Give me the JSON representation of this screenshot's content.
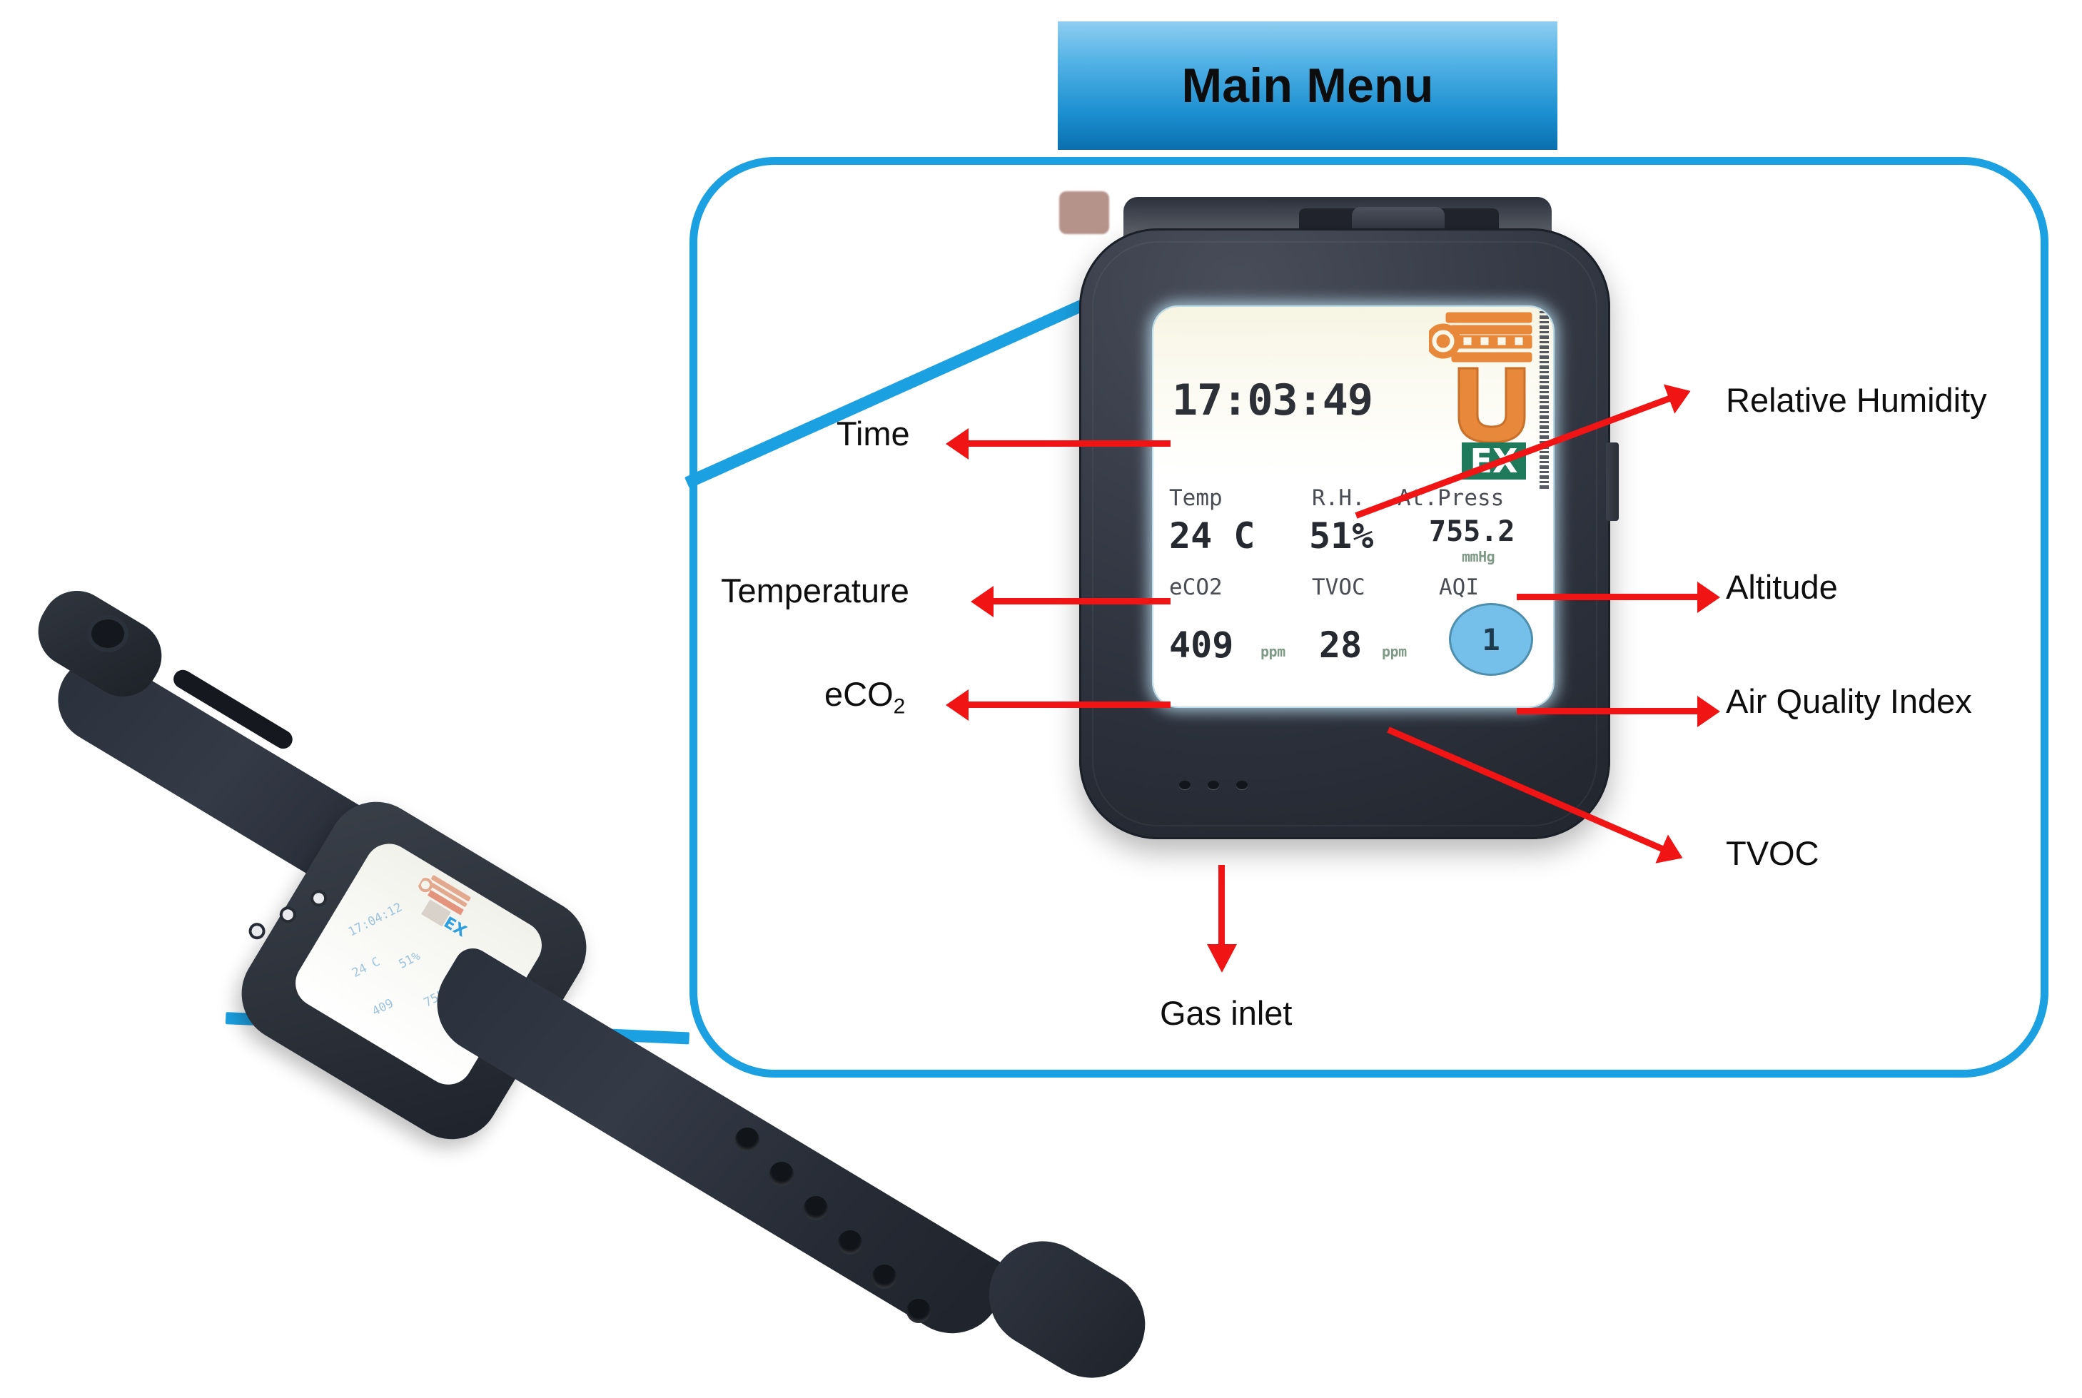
{
  "banner": {
    "title": "Main Menu"
  },
  "device": {
    "screen": {
      "time": "17:03:49",
      "brand_letter": "U",
      "brand_sub": "EX",
      "headers": {
        "temp": "Temp",
        "rh": "R.H.",
        "pressure": "At.Press"
      },
      "values": {
        "temperature": "24 C",
        "humidity": "51%",
        "pressure": "755.2",
        "pressure_unit": "mmHg"
      },
      "sub_headers": {
        "eco2": "eCO2",
        "tvoc": "TVOC",
        "aqi": "AQI"
      },
      "sub_values": {
        "eco2": "409",
        "eco2_unit": "ppm",
        "tvoc": "28",
        "tvoc_unit": "ppm",
        "aqi": "1"
      }
    }
  },
  "annotations": {
    "time": "Time",
    "temperature": "Temperature",
    "eco2_pre": "eCO",
    "eco2_sub": "2",
    "relative_humidity": "Relative Humidity",
    "altitude": "Altitude",
    "air_quality_index": "Air Quality Index",
    "tvoc": "TVOC",
    "gas_inlet": "Gas inlet"
  },
  "colors": {
    "accent_blue": "#1BA1E2",
    "arrow_red": "#F01414",
    "logo_orange": "#E8883A",
    "logo_green": "#1F7A5C",
    "aqi_bubble": "#74C0EA"
  }
}
